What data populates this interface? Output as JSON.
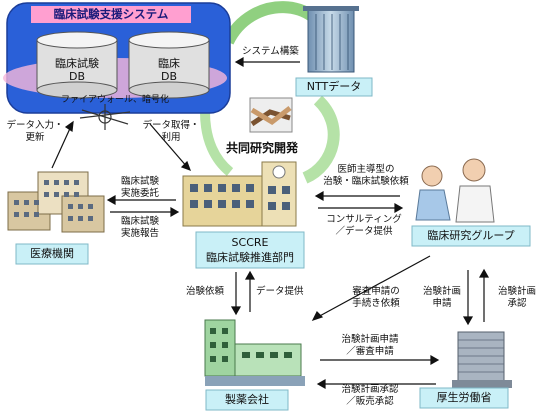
{
  "system": {
    "title": "臨床試験支援システム",
    "db_left": [
      "臨床試験",
      "DB"
    ],
    "db_right": [
      "臨床",
      "DB"
    ],
    "firewall": "ファイアウォール、暗号化",
    "build_label": "システム構築"
  },
  "ntt": {
    "label": "NTTデータ"
  },
  "joint": {
    "label": "共同研究開発"
  },
  "sccre": {
    "line1": "SCCRE",
    "line2": "臨床試験推進部門"
  },
  "iryo": {
    "label": "医療機関"
  },
  "research": {
    "label": "臨床研究グループ"
  },
  "pharma": {
    "label": "製薬会社"
  },
  "mhlw": {
    "label": "厚生労働省"
  },
  "flows": {
    "data_input": [
      "データ入力・",
      "更新"
    ],
    "data_get": [
      "データ取得・",
      "利用"
    ],
    "impl_request": [
      "臨床試験",
      "実施委託"
    ],
    "impl_report": [
      "臨床試験",
      "実施報告"
    ],
    "doctor_request": [
      "医師主導型の",
      "治験・臨床試験依頼"
    ],
    "consulting": [
      "コンサルティング",
      "／データ提供"
    ],
    "review_request": [
      "審査申請の",
      "手続き依頼"
    ],
    "plan_apply": [
      "治験計画",
      "申請"
    ],
    "plan_approve": [
      "治験計画",
      "承認"
    ],
    "chiken_request": "治験依頼",
    "data_provide": "データ提供",
    "plan_apply2": [
      "治験計画申請",
      "／審査申請"
    ],
    "plan_approve2": [
      "治験計画承認",
      "／販売承認"
    ]
  }
}
